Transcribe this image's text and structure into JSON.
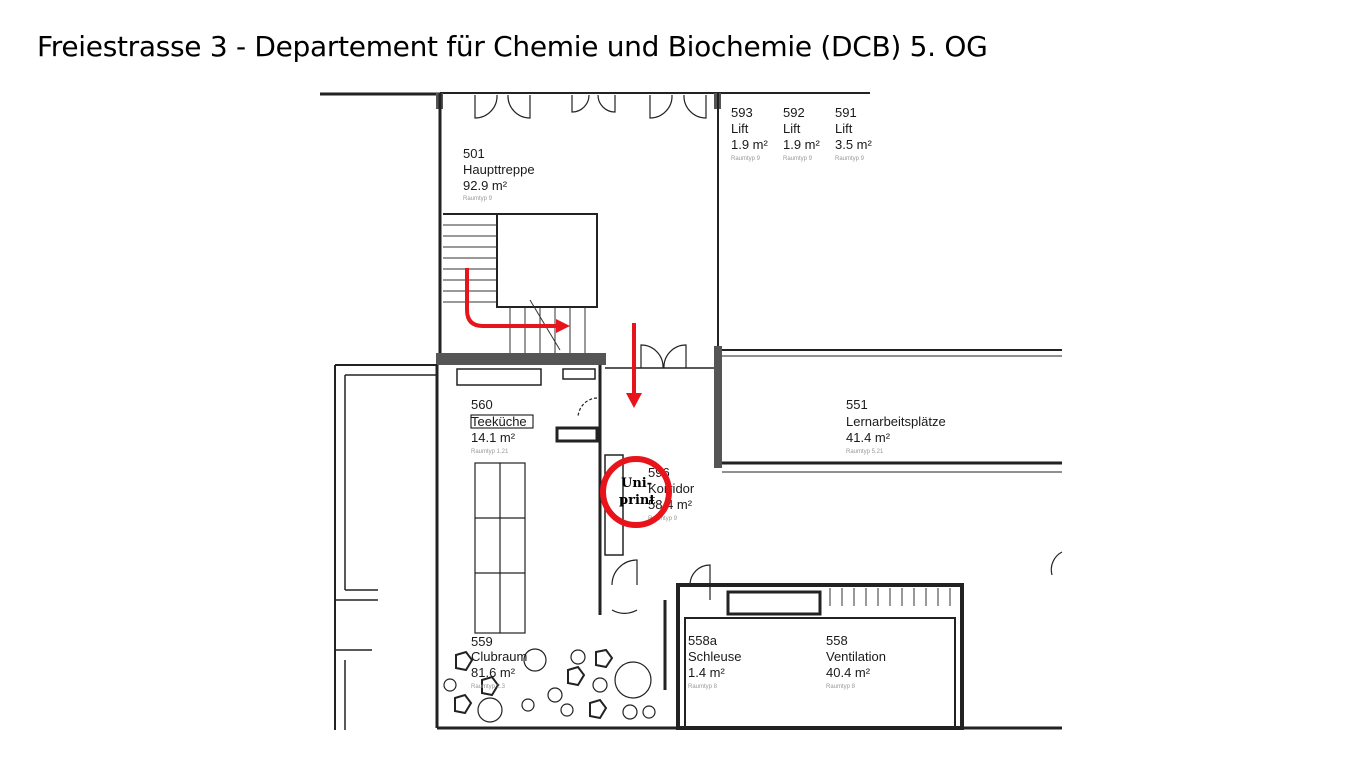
{
  "title": "Freiestrasse 3 - Departement für Chemie und Biochemie (DCB) 5. OG",
  "rooms": [
    {
      "number": "501",
      "name": "Haupttreppe",
      "area": "92.9 m²",
      "type": "Raumtyp 9"
    },
    {
      "number": "593",
      "name": "Lift",
      "area": "1.9 m²",
      "type": "Raumtyp 9"
    },
    {
      "number": "592",
      "name": "Lift",
      "area": "1.9 m²",
      "type": "Raumtyp 9"
    },
    {
      "number": "591",
      "name": "Lift",
      "area": "3.5 m²",
      "type": "Raumtyp 9"
    },
    {
      "number": "560",
      "name": "Teeküche",
      "area": "14.1 m²",
      "type": "Raumtyp 1.21"
    },
    {
      "number": "551",
      "name": "Lernarbeitsplätze",
      "area": "41.4 m²",
      "type": "Raumtyp 5.21"
    },
    {
      "number": "596",
      "name": "Korridor",
      "area": "58.4 m²",
      "type": "Raumtyp 9"
    },
    {
      "number": "559",
      "name": "Clubraum",
      "area": "81.6 m²",
      "type": "Raumtyp 2.3"
    },
    {
      "number": "558a",
      "name": "Schleuse",
      "area": "1.4 m²",
      "type": "Raumtyp 8"
    },
    {
      "number": "558",
      "name": "Ventilation",
      "area": "40.4 m²",
      "type": "Raumtyp 8"
    }
  ],
  "marker": {
    "line1": "Uni-",
    "line2": "print",
    "color": "#e8141b"
  }
}
